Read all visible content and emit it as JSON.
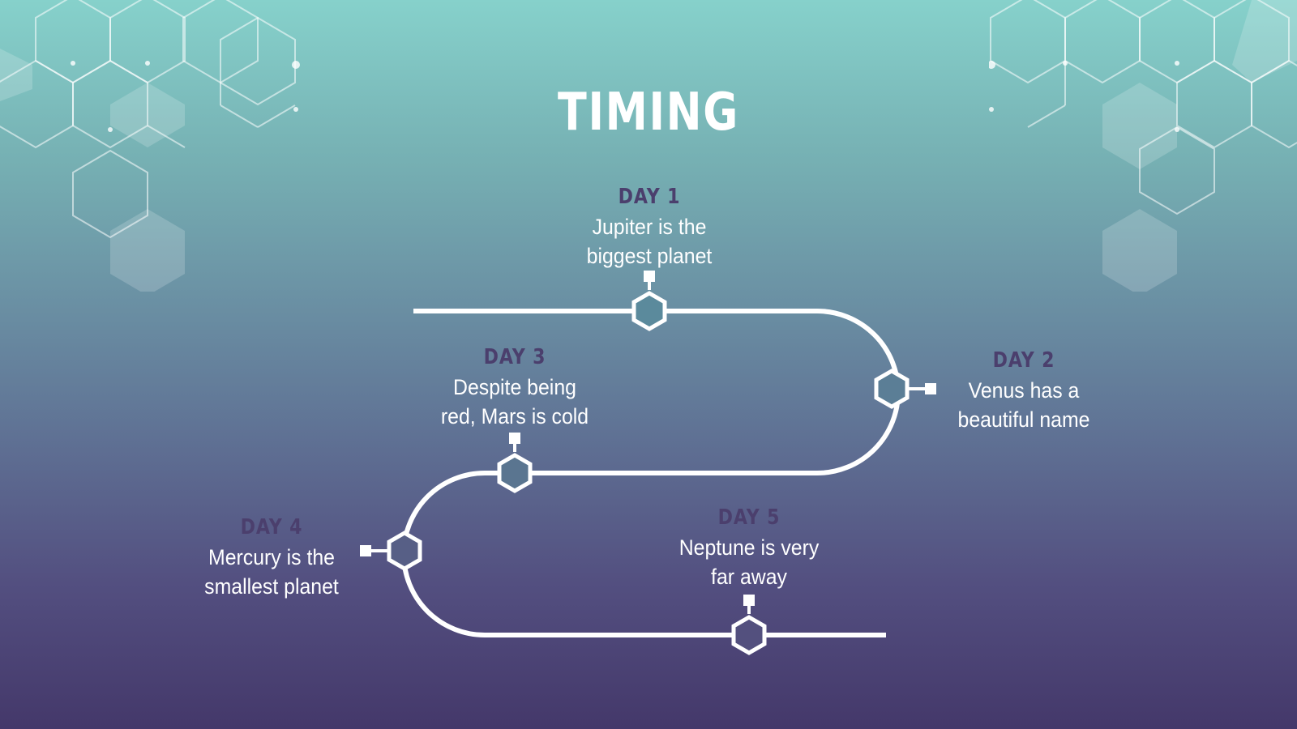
{
  "slide": {
    "title": "TIMING",
    "milestones": [
      {
        "day": "DAY 1",
        "text": "Jupiter is the biggest planet"
      },
      {
        "day": "DAY 2",
        "text": "Venus has a beautiful name"
      },
      {
        "day": "DAY 3",
        "text": "Despite being red, Mars is cold"
      },
      {
        "day": "DAY 4",
        "text": "Mercury is the smallest planet"
      },
      {
        "day": "DAY 5",
        "text": "Neptune is very far away"
      }
    ]
  },
  "colors": {
    "gradient_top": "#86d1cb",
    "gradient_bottom": "#44386a",
    "path": "#ffffff",
    "day_label": "#4b3f6d",
    "node_fill": "#5b8296"
  }
}
